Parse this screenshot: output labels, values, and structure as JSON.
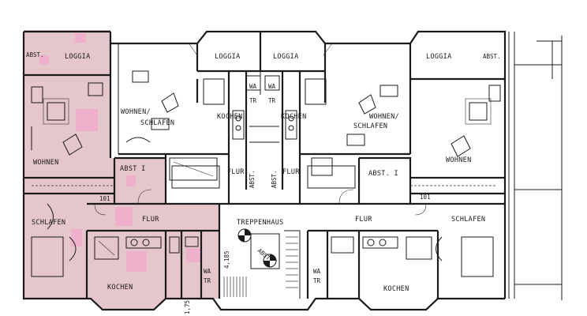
{
  "colors": {
    "highlight_unit": "#dcb3b9",
    "highlight_mark": "#efb0cc",
    "lines": "#1b1b1b",
    "background": "#ffffff"
  },
  "rooms": {
    "left_unit": {
      "abst_loggia": "ABST.",
      "loggia": "LOGGIA",
      "wohnen": "WOHNEN",
      "abst_i": "ABST I",
      "num_101": "101",
      "schlafen": "SCHLAFEN",
      "flur": "FLUR",
      "wa": "WA",
      "tr": "TR",
      "kochen": "KOCHEN"
    },
    "center_left_unit": {
      "loggia": "LOGGIA",
      "wohnen_schlafen_1": "WOHNEN/",
      "wohnen_schlafen_2": "SCHLAFEN",
      "wa": "WA",
      "tr": "TR",
      "kochen": "KOCHEN",
      "flur": "FLUR",
      "abst": "ABST."
    },
    "center_right_unit": {
      "loggia": "LOGGIA",
      "wa": "WA",
      "tr": "TR",
      "kochen": "KOCHEN",
      "wohnen_schlafen_1": "WOHNEN/",
      "wohnen_schlafen_2": "SCHLAFEN",
      "flur": "FLUR",
      "abst": "ABST."
    },
    "stair": {
      "treppenhaus": "TREPPENHAUS",
      "abst": "ABST",
      "dim_vertical": "4,185",
      "dim_bottom": "1,75"
    },
    "right_unit": {
      "loggia": "LOGGIA",
      "abst_loggia": "ABST.",
      "wohnen": "WOHNEN",
      "abst_i": "ABST. I",
      "num_101": "101",
      "flur": "FLUR",
      "schlafen": "SCHLAFEN",
      "wa": "WA",
      "tr": "TR",
      "kochen": "KOCHEN"
    }
  }
}
